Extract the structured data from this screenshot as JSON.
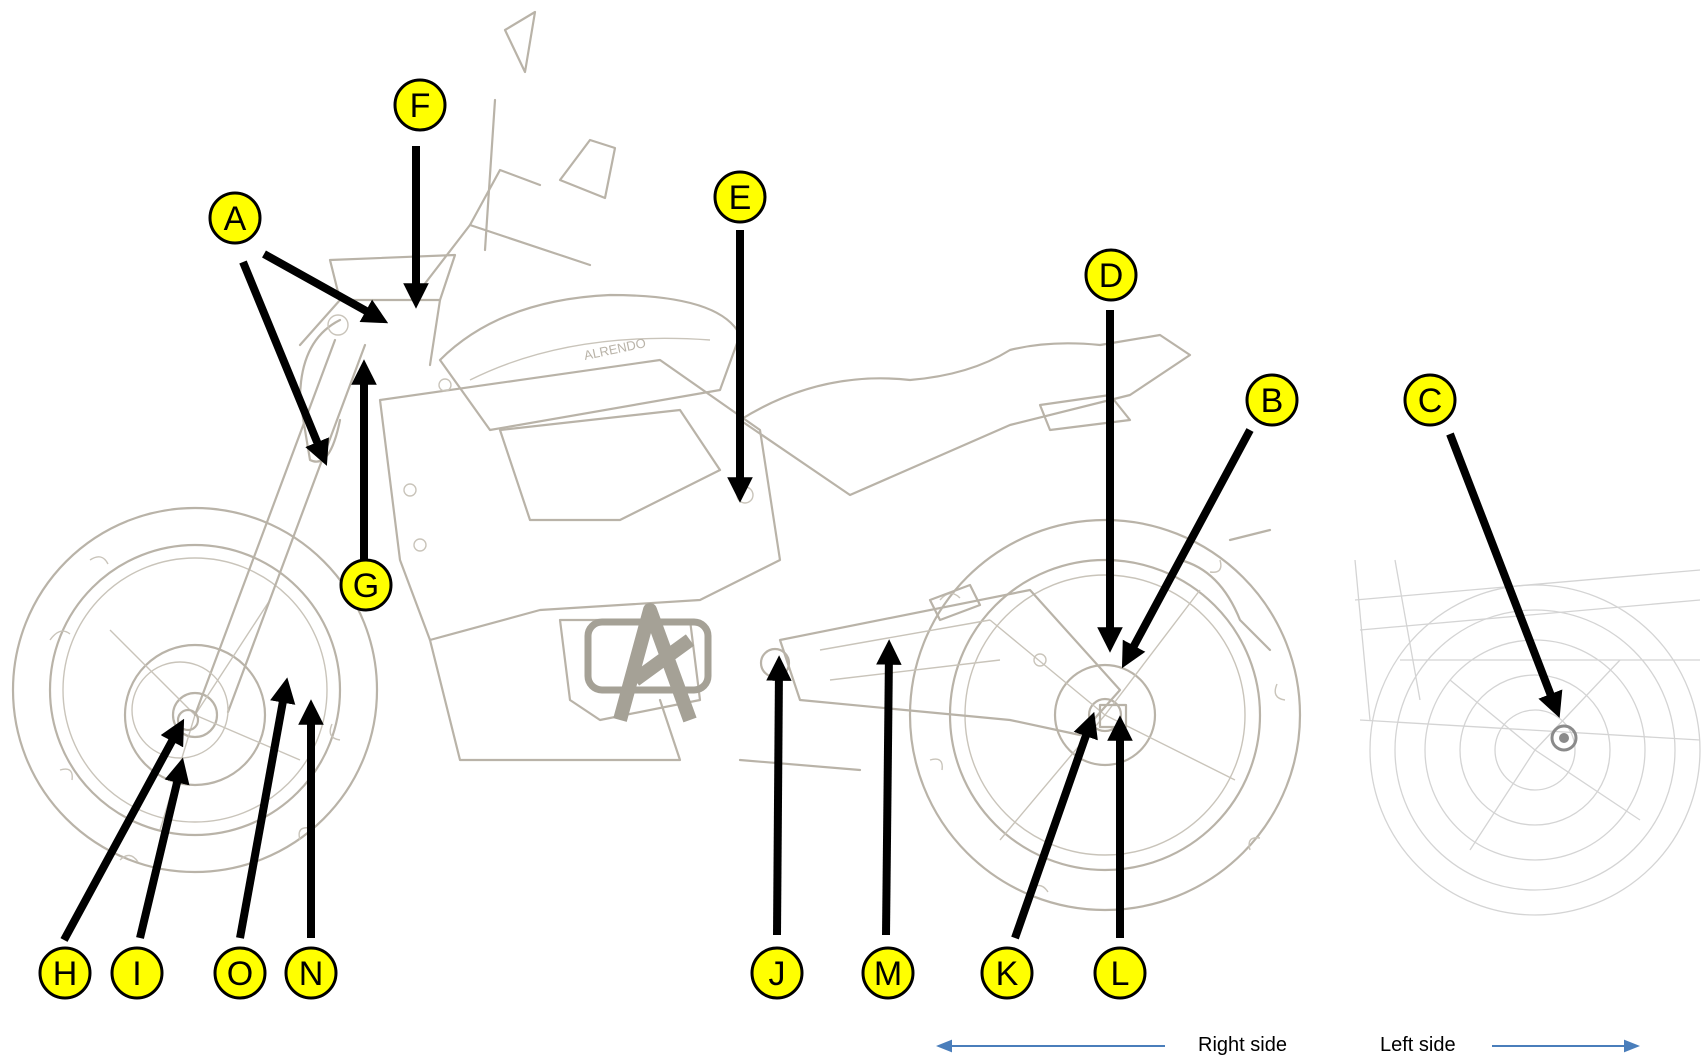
{
  "colors": {
    "callout_fill": "#ffff00",
    "callout_stroke": "#000000",
    "arrow": "#000000",
    "drawing": "#b9b3a8",
    "side_arrow": "#4a7ebb"
  },
  "callouts": {
    "A": "A",
    "B": "B",
    "C": "C",
    "D": "D",
    "E": "E",
    "F": "F",
    "G": "G",
    "H": "H",
    "I": "I",
    "J": "J",
    "K": "K",
    "L": "L",
    "M": "M",
    "N": "N",
    "O": "O"
  },
  "side_labels": {
    "right": "Right side",
    "left": "Left side"
  },
  "brand_logo_text": "ALRENDO"
}
